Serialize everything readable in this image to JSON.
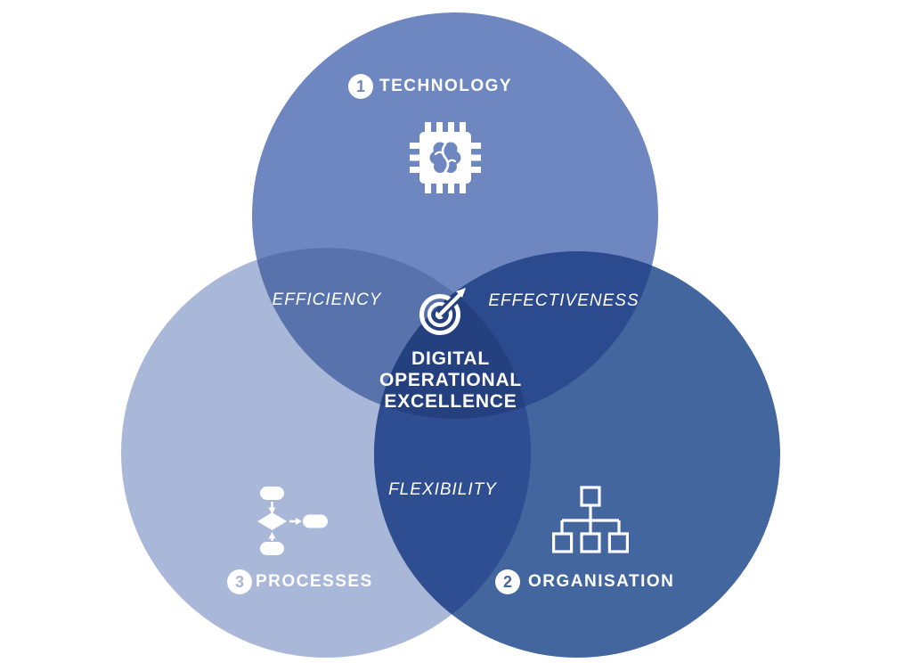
{
  "diagram_title": "Digital Operational Excellence Venn Diagram",
  "colors": {
    "technology": "#6e87c0",
    "processes": "#a9b7d8",
    "organisation": "#44669f",
    "tech_processes_overlap": "#5873ac",
    "tech_org_overlap": "#2c4a8e",
    "processes_org_overlap": "#2f4d91",
    "center_overlap": "#24407e",
    "text": "#ffffff"
  },
  "circles": {
    "technology": {
      "number": "1",
      "label": "TECHNOLOGY",
      "icon": "chip-brain-icon"
    },
    "organisation": {
      "number": "2",
      "label": "ORGANISATION",
      "icon": "org-chart-icon"
    },
    "processes": {
      "number": "3",
      "label": "PROCESSES",
      "icon": "flowchart-icon"
    }
  },
  "overlaps": {
    "efficiency": "EFFICIENCY",
    "effectiveness": "EFFECTIVENESS",
    "flexibility": "FLEXIBILITY"
  },
  "center": {
    "icon": "target-arrow-icon",
    "lines": [
      "DIGITAL",
      "OPERATIONAL",
      "EXCELLENCE"
    ]
  }
}
